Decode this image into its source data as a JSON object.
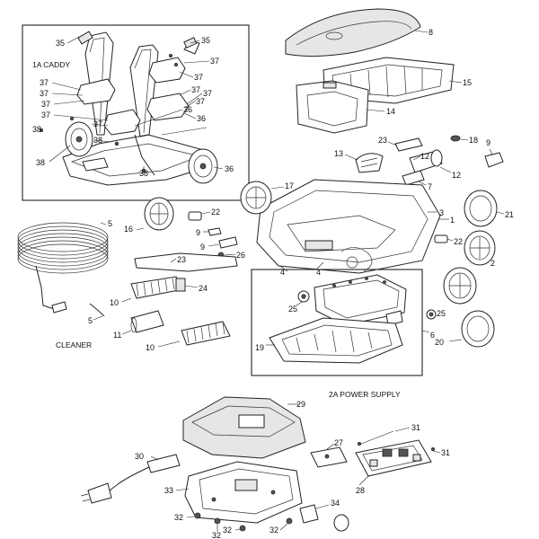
{
  "sections": {
    "caddy": "1A CADDY",
    "cleaner": "CLEANER",
    "power_supply": "2A POWER SUPPLY"
  },
  "parts": [
    {
      "key": "p35a",
      "text": "35"
    },
    {
      "key": "p35b",
      "text": "35"
    },
    {
      "key": "p37a",
      "text": "37"
    },
    {
      "key": "p37b",
      "text": "37"
    },
    {
      "key": "p37c",
      "text": "37"
    },
    {
      "key": "p37d",
      "text": "37"
    },
    {
      "key": "p37e",
      "text": "37"
    },
    {
      "key": "p37f",
      "text": "37"
    },
    {
      "key": "p37g",
      "text": "37"
    },
    {
      "key": "p37h",
      "text": "37"
    },
    {
      "key": "p37i",
      "text": "37"
    },
    {
      "key": "p37j",
      "text": "37"
    },
    {
      "key": "p36a",
      "text": "36"
    },
    {
      "key": "p36b",
      "text": "36"
    },
    {
      "key": "p36c",
      "text": "36"
    },
    {
      "key": "p38a",
      "text": "38"
    },
    {
      "key": "p38b",
      "text": "38"
    },
    {
      "key": "p38c",
      "text": "38"
    },
    {
      "key": "p38d",
      "text": "38"
    },
    {
      "key": "p8",
      "text": "8"
    },
    {
      "key": "p15",
      "text": "15"
    },
    {
      "key": "p14",
      "text": "14"
    },
    {
      "key": "p18",
      "text": "18"
    },
    {
      "key": "p9a",
      "text": "9"
    },
    {
      "key": "p23a",
      "text": "23"
    },
    {
      "key": "p13",
      "text": "13"
    },
    {
      "key": "p12a",
      "text": "12"
    },
    {
      "key": "p12b",
      "text": "12"
    },
    {
      "key": "p7",
      "text": "7"
    },
    {
      "key": "p17",
      "text": "17"
    },
    {
      "key": "p3",
      "text": "3"
    },
    {
      "key": "p1",
      "text": "1"
    },
    {
      "key": "p21",
      "text": "21"
    },
    {
      "key": "p5a",
      "text": "5"
    },
    {
      "key": "p22a",
      "text": "22"
    },
    {
      "key": "p16",
      "text": "16"
    },
    {
      "key": "p9b",
      "text": "9"
    },
    {
      "key": "p22b",
      "text": "22"
    },
    {
      "key": "p9c",
      "text": "9"
    },
    {
      "key": "p26",
      "text": "26"
    },
    {
      "key": "p4a",
      "text": "4"
    },
    {
      "key": "p4b",
      "text": "4"
    },
    {
      "key": "p2",
      "text": "2"
    },
    {
      "key": "p23b",
      "text": "23"
    },
    {
      "key": "p24",
      "text": "24"
    },
    {
      "key": "p10a",
      "text": "10"
    },
    {
      "key": "p5b",
      "text": "5"
    },
    {
      "key": "p11",
      "text": "11"
    },
    {
      "key": "p10b",
      "text": "10"
    },
    {
      "key": "p25a",
      "text": "25"
    },
    {
      "key": "p25b",
      "text": "25"
    },
    {
      "key": "p6",
      "text": "6"
    },
    {
      "key": "p19",
      "text": "19"
    },
    {
      "key": "p20",
      "text": "20"
    },
    {
      "key": "p29",
      "text": "29"
    },
    {
      "key": "p31a",
      "text": "31"
    },
    {
      "key": "p31b",
      "text": "31"
    },
    {
      "key": "p27",
      "text": "27"
    },
    {
      "key": "p30",
      "text": "30"
    },
    {
      "key": "p28",
      "text": "28"
    },
    {
      "key": "p33",
      "text": "33"
    },
    {
      "key": "p34",
      "text": "34"
    },
    {
      "key": "p32a",
      "text": "32"
    },
    {
      "key": "p32b",
      "text": "32"
    },
    {
      "key": "p32c",
      "text": "32"
    },
    {
      "key": "p32d",
      "text": "32"
    }
  ]
}
